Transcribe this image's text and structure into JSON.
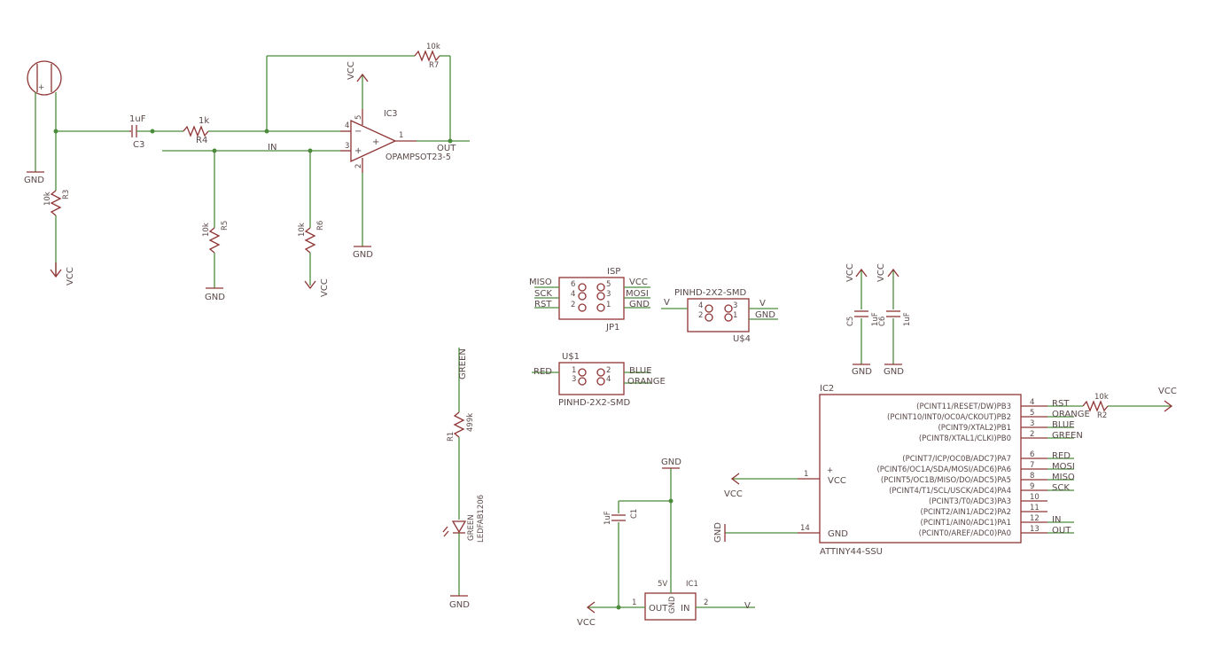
{
  "power": {
    "vcc": "VCC",
    "gnd": "GND"
  },
  "mic": {
    "plus": "+",
    "gnd": "GND"
  },
  "nets": {
    "in": "IN",
    "out": "OUT",
    "miso": "MISO",
    "sck": "SCK",
    "rst": "RST",
    "mosi": "MOSI",
    "v": "V",
    "red": "RED",
    "blue": "BLUE",
    "orange": "ORANGE",
    "green": "GREEN"
  },
  "parts": {
    "r3": {
      "ref": "R3",
      "value": "10k"
    },
    "c3": {
      "ref": "C3",
      "value": "1uF"
    },
    "r4": {
      "ref": "R4",
      "value": "1k"
    },
    "r7": {
      "ref": "R7",
      "value": "10k"
    },
    "r5": {
      "ref": "R5",
      "value": "10k"
    },
    "r6": {
      "ref": "R6",
      "value": "10k"
    },
    "r1": {
      "ref": "R1",
      "value": "499k"
    },
    "r2": {
      "ref": "R2",
      "value": "10k"
    },
    "c1": {
      "ref": "C1",
      "value": "1uF"
    },
    "c5": {
      "ref": "C5",
      "value": "1uF"
    },
    "c6": {
      "ref": "C6",
      "value": "1uF"
    },
    "led": {
      "color": "GREEN",
      "package": "LEDFAB1206"
    },
    "ic3": {
      "ref": "IC3",
      "package": "OPAMPSOT23-5",
      "minus": "−",
      "plus": "+",
      "pin1": "1",
      "pin2": "2",
      "pin3": "3",
      "pin4": "4",
      "pin5": "5"
    },
    "jp1": {
      "title": "ISP",
      "ref": "JP1",
      "p1": "1",
      "p2": "2",
      "p3": "3",
      "p4": "4",
      "p5": "5",
      "p6": "6"
    },
    "u4": {
      "ref": "U$4",
      "package": "PINHD-2X2-SMD",
      "p1": "1",
      "p2": "2",
      "p3": "3",
      "p4": "4"
    },
    "u1": {
      "ref": "U$1",
      "package": "PINHD-2X2-SMD",
      "p1": "1",
      "p2": "2",
      "p3": "3",
      "p4": "4"
    },
    "ic1": {
      "ref": "IC1",
      "tag": "5V",
      "out": "OUT",
      "in": "IN",
      "pin1": "1",
      "pin2": "2"
    },
    "ic2": {
      "ref": "IC2",
      "name": "ATTINY44-SSU",
      "plus": "+",
      "pin1": "1",
      "pin14": "14",
      "pins": [
        {
          "num": "4",
          "label": "(PCINT11/RESET/DW)PB3",
          "net": "RST"
        },
        {
          "num": "5",
          "label": "(PCINT10/INT0/OC0A/CKOUT)PB2",
          "net": "ORANGE"
        },
        {
          "num": "3",
          "label": "(PCINT9/XTAL2)PB1",
          "net": "BLUE"
        },
        {
          "num": "2",
          "label": "(PCINT8/XTAL1/CLKI)PB0",
          "net": "GREEN"
        },
        {
          "num": "6",
          "label": "(PCINT7/ICP/OC0B/ADC7)PA7",
          "net": "RED"
        },
        {
          "num": "7",
          "label": "(PCINT6/OC1A/SDA/MOSI/ADC6)PA6",
          "net": "MOSI"
        },
        {
          "num": "8",
          "label": "(PCINT5/OC1B/MISO/DO/ADC5)PA5",
          "net": "MISO"
        },
        {
          "num": "9",
          "label": "(PCINT4/T1/SCL/USCK/ADC4)PA4",
          "net": "SCK"
        },
        {
          "num": "10",
          "label": "(PCINT3/T0/ADC3)PA3",
          "net": ""
        },
        {
          "num": "11",
          "label": "(PCINT2/AIN1/ADC2)PA2",
          "net": ""
        },
        {
          "num": "12",
          "label": "(PCINT1/AIN0/ADC1)PA1",
          "net": "IN"
        },
        {
          "num": "13",
          "label": "(PCINT0/AREF/ADC0)PA0",
          "net": "OUT"
        }
      ]
    }
  }
}
